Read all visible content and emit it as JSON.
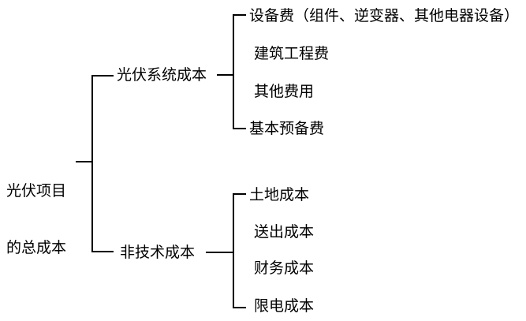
{
  "diagram": {
    "type": "bracket-tree",
    "orientation": "left-to-right",
    "line_color": "#000000",
    "background_color": "#ffffff",
    "text_color": "#000000",
    "root": {
      "id": "root-total-cost",
      "line1": "光伏项目",
      "line2": "的总成本",
      "full_text": "光伏项目的总成本"
    },
    "branches": [
      {
        "id": "branch-pv-system-cost",
        "label": "光伏系统成本",
        "leaves": [
          {
            "id": "leaf-equipment-cost",
            "label": "设备费（组件、逆变器、其他电器设备）"
          },
          {
            "id": "leaf-construction-cost",
            "label": "建筑工程费"
          },
          {
            "id": "leaf-other-cost",
            "label": "其他费用"
          },
          {
            "id": "leaf-basic-reserve-cost",
            "label": "基本预备费"
          }
        ]
      },
      {
        "id": "branch-non-technical-cost",
        "label": "非技术成本",
        "leaves": [
          {
            "id": "leaf-land-cost",
            "label": "土地成本"
          },
          {
            "id": "leaf-transmission-cost",
            "label": "送出成本"
          },
          {
            "id": "leaf-finance-cost",
            "label": "财务成本"
          },
          {
            "id": "leaf-curtailment-cost",
            "label": "限电成本"
          }
        ]
      }
    ]
  }
}
